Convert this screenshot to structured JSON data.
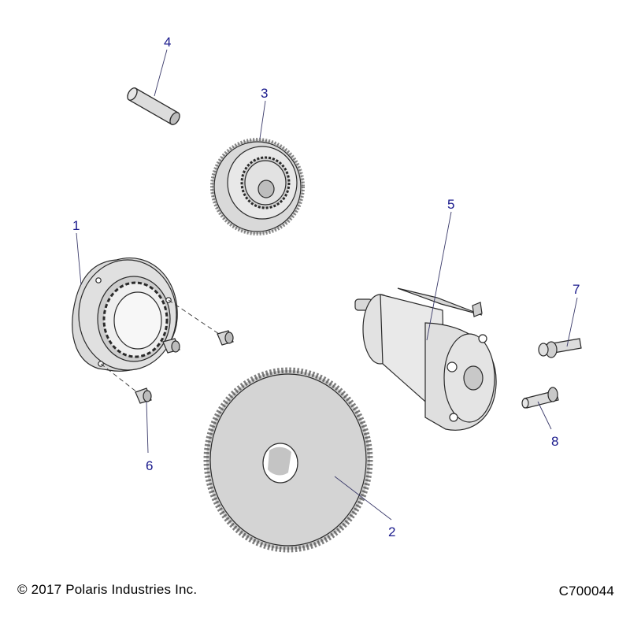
{
  "diagram": {
    "callouts": {
      "c1": "1",
      "c2": "2",
      "c3": "3",
      "c4": "4",
      "c5": "5",
      "c6": "6",
      "c7": "7",
      "c8": "8"
    }
  },
  "footer": {
    "copyright": "© 2017 Polaris Industries Inc.",
    "diagram_id": "C700044"
  },
  "colors": {
    "outline": "#2a2a2a",
    "part_fill": "#d9d9d9",
    "part_shade": "#b4b4b4",
    "callout_text": "#1a1a8c",
    "leader_line": "#3a3a6a"
  }
}
